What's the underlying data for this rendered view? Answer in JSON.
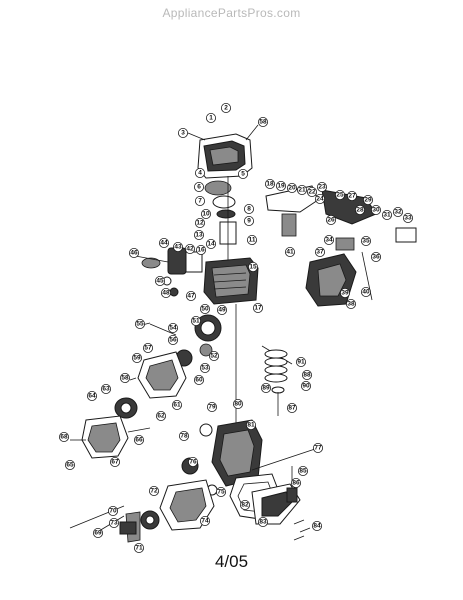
{
  "watermark": "AppliancePartsPros.com",
  "footer_code": "4/05",
  "callouts": {
    "c1": "1",
    "c2": "2",
    "c3": "3",
    "c4": "4",
    "c5": "5",
    "c6": "6",
    "c7": "7",
    "c8": "8",
    "c9": "9",
    "c10": "10",
    "c11": "11",
    "c12": "12",
    "c13": "13",
    "c14": "14",
    "c15": "15",
    "c16": "16",
    "c17": "17",
    "c18": "18",
    "c19": "19",
    "c20": "20",
    "c21": "21",
    "c22": "22",
    "c23": "23",
    "c24": "24",
    "c25": "25",
    "c26": "26",
    "c27": "27",
    "c28": "28",
    "c29": "29",
    "c30": "30",
    "c31": "31",
    "c32": "32",
    "c33": "33",
    "c34": "34",
    "c35": "35",
    "c36": "36",
    "c37": "37",
    "c38": "38",
    "c39": "39",
    "c40": "40",
    "c41": "41",
    "c42": "42",
    "c43": "43",
    "c44": "44",
    "c45": "45",
    "c46": "46",
    "c47": "47",
    "c48": "48",
    "c49": "49",
    "c50": "50",
    "c51": "51",
    "c52": "52",
    "c53": "53",
    "c54": "54",
    "c55": "55",
    "c56": "56",
    "c57": "57",
    "c58": "58",
    "c59": "59",
    "c60": "60",
    "c61": "61",
    "c62": "62",
    "c63": "63",
    "c64": "64",
    "c65": "65",
    "c66": "66",
    "c67": "67",
    "c68": "68",
    "c69": "69",
    "c70": "70",
    "c71": "71",
    "c72": "72",
    "c73": "73",
    "c74": "74",
    "c75": "75",
    "c76": "76",
    "c77": "77",
    "c78": "78",
    "c79": "79",
    "c80": "80",
    "c81": "81",
    "c82": "82",
    "c83": "83",
    "c84": "84",
    "c85": "85",
    "c86": "86",
    "c87": "87",
    "c88": "88",
    "c89": "89",
    "c90": "90",
    "c91": "91"
  }
}
